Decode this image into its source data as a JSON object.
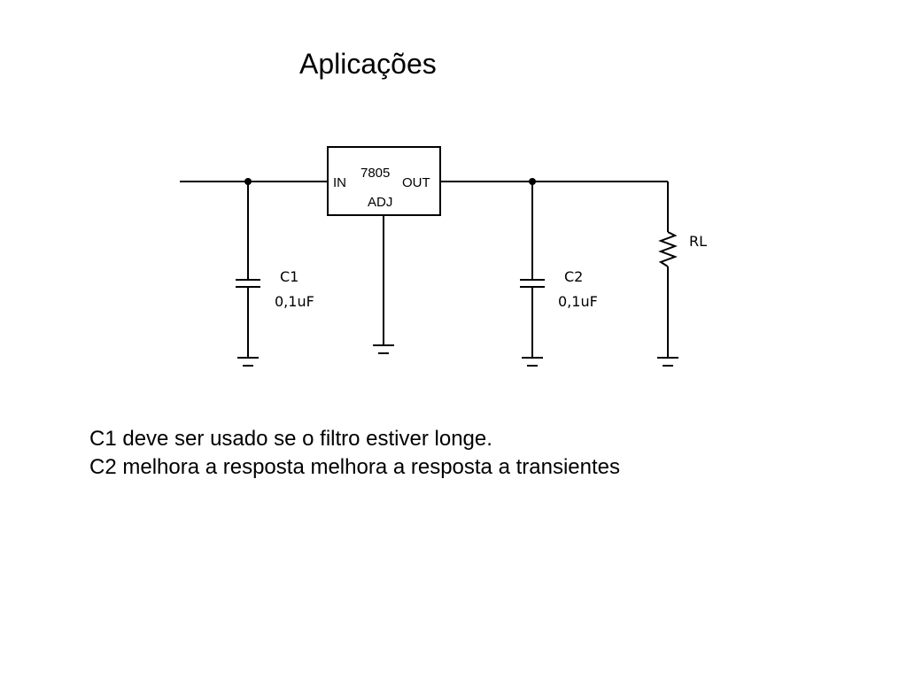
{
  "slide": {
    "title": "Aplicações"
  },
  "circuit": {
    "regulator": {
      "part": "7805",
      "pin_in": "IN",
      "pin_out": "OUT",
      "pin_adj": "ADJ"
    },
    "c1": {
      "name": "C1",
      "value": "0,1uF"
    },
    "c2": {
      "name": "C2",
      "value": "0,1uF"
    },
    "load": {
      "name": "RL"
    }
  },
  "notes": [
    "C1 deve ser usado se o filtro estiver longe.",
    "C2 melhora a resposta melhora a resposta a transientes"
  ]
}
